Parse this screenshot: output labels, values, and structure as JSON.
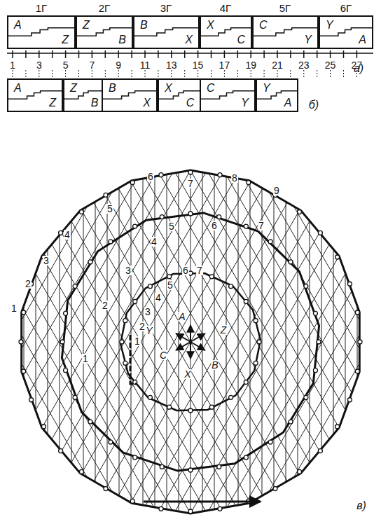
{
  "diagram": {
    "nodes": [
      {
        "text": [
          "A",
          "Z"
        ]
      },
      {
        "text": [
          "Z",
          "B"
        ]
      },
      {
        "text": [
          "B",
          "X"
        ]
      },
      {
        "text": [
          "X",
          "C"
        ]
      },
      {
        "text": [
          "C",
          "Y"
        ]
      },
      {
        "text": [
          "Y",
          "A"
        ]
      },
      {
        "text": [
          "A",
          "Z"
        ]
      },
      {
        "text": [
          "Z",
          "B"
        ]
      },
      {
        "text": [
          "B",
          "X"
        ]
      },
      {
        "text": [
          "X",
          "C"
        ]
      },
      {
        "text": [
          "C",
          "Y"
        ]
      },
      {
        "text": [
          "Y",
          "A"
        ]
      }
    ],
    "labels": [
      "1Г",
      "2Г",
      "3Г",
      "4Г",
      "5Г",
      "6Г",
      "1",
      "3",
      "5",
      "7",
      "9",
      "11",
      "13",
      "15",
      "17",
      "19",
      "21",
      "23",
      "25",
      "27",
      "а)",
      "б)",
      "1",
      "2",
      "3",
      "4",
      "5",
      "6",
      "7",
      "8",
      "9",
      "1",
      "2",
      "3",
      "4",
      "5",
      "6",
      "7",
      "1",
      "2",
      "3",
      "4",
      "5",
      "6",
      "7",
      "A",
      "Y",
      "Z",
      "C",
      "B",
      "X",
      "в)"
    ]
  }
}
